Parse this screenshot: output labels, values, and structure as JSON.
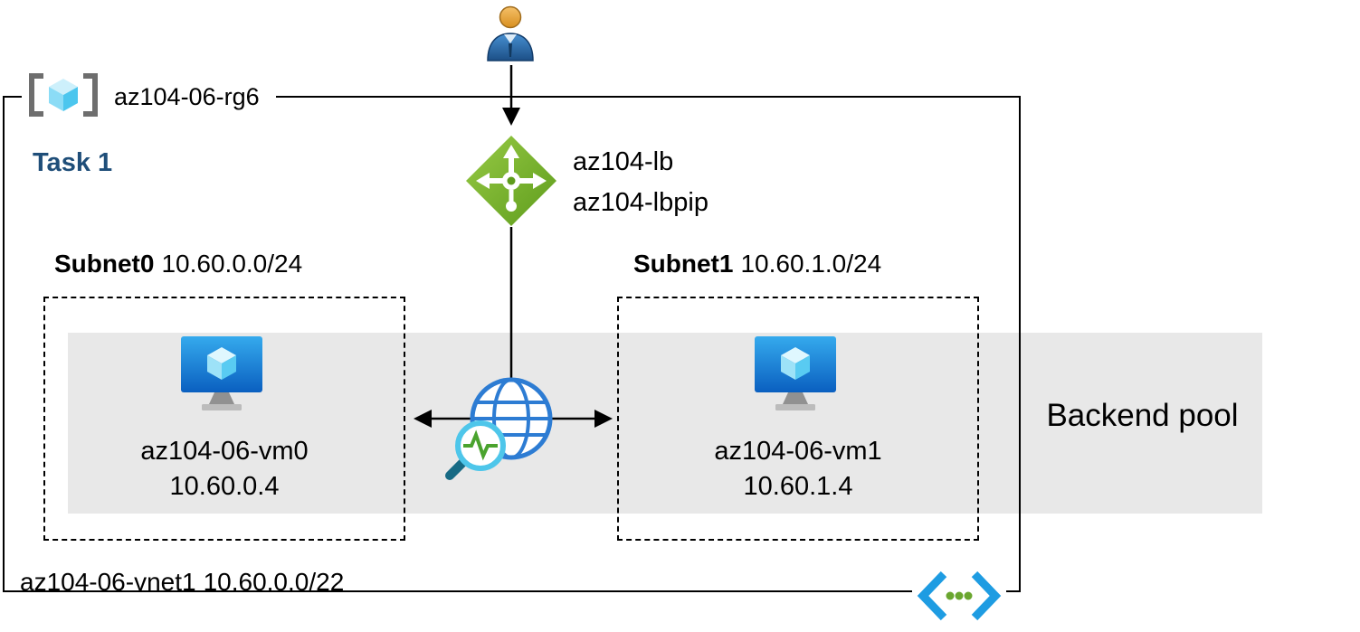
{
  "colors": {
    "accent_blue": "#0078d4",
    "load_balancer_green": "#76ad22",
    "backend_pool_gray": "#e8e8e8",
    "task_text_navy": "#1f4e79",
    "vnet_chevron_blue": "#1e9ce2",
    "vnet_dot_green": "#6aa62f",
    "connector_black": "#000000"
  },
  "icons": {
    "user": "user-icon",
    "load_balancer": "load-balancer-icon",
    "resource_group": "resource-group-icon",
    "virtual_machine": "virtual-machine-icon",
    "health_probe_globe": "globe-health-probe-icon",
    "virtual_network": "virtual-network-icon"
  },
  "resource_group": {
    "name": "az104-06-rg6"
  },
  "task": {
    "label": "Task 1"
  },
  "load_balancer": {
    "name": "az104-lb",
    "public_ip_name": "az104-lbpip"
  },
  "subnets": [
    {
      "name": "Subnet0",
      "cidr": "10.60.0.0/24",
      "vm": {
        "name": "az104-06-vm0",
        "ip": "10.60.0.4"
      }
    },
    {
      "name": "Subnet1",
      "cidr": "10.60.1.0/24",
      "vm": {
        "name": "az104-06-vm1",
        "ip": "10.60.1.4"
      }
    }
  ],
  "backend_pool": {
    "label": "Backend pool"
  },
  "virtual_network": {
    "name": "az104-06-vnet1",
    "cidr": "10.60.0.0/22"
  }
}
